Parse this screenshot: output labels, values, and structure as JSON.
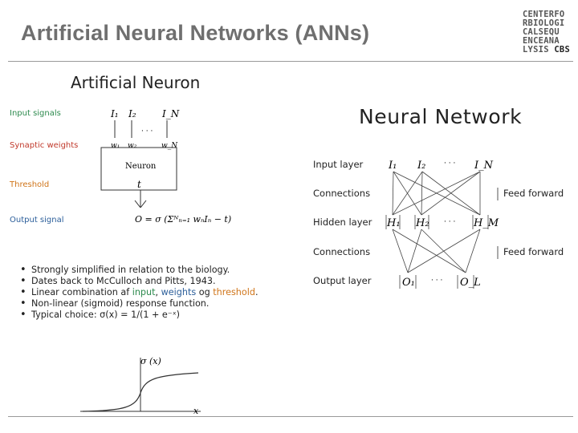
{
  "header": {
    "title": "Artificial Neural Networks (ANNs)"
  },
  "logo": {
    "lines": [
      "CENTERFO",
      "RBIOLOGI",
      "CALSEQU",
      "ENCEANA",
      "LYSIS"
    ],
    "bold": "CBS"
  },
  "neuron_section": {
    "heading": "Artificial Neuron",
    "labels": {
      "input": "Input signals",
      "weights": "Synaptic weights",
      "threshold": "Threshold",
      "output": "Output signal"
    },
    "diagram": {
      "inputs": [
        "I₁",
        "I₂",
        "· · ·",
        "I_N"
      ],
      "weights": [
        "w₁",
        "w₂",
        "w_N"
      ],
      "neuron_label": "Neuron",
      "threshold_symbol": "t",
      "output_formula": "O = σ (Σᴺₙ₌₁ wₙIₙ − t)"
    },
    "bullets": [
      {
        "parts": [
          {
            "t": "Strongly simplified in relation to the biology."
          }
        ]
      },
      {
        "parts": [
          {
            "t": "Dates back to McCulloch and Pitts, 1943."
          }
        ]
      },
      {
        "parts": [
          {
            "t": "Linear combination af "
          },
          {
            "t": "input",
            "c": "g"
          },
          {
            "t": ", "
          },
          {
            "t": "weights",
            "c": "b"
          },
          {
            "t": " og "
          },
          {
            "t": "threshold",
            "c": "o"
          },
          {
            "t": "."
          }
        ]
      },
      {
        "parts": [
          {
            "t": "Non-linear (sigmoid) response function."
          }
        ]
      },
      {
        "parts": [
          {
            "t": "Typical choice:  σ(x) = 1/(1 + e⁻ˣ)"
          }
        ]
      }
    ],
    "sigmoid_plot": {
      "ylabel": "σ (x)",
      "xlabel": "x"
    }
  },
  "network_section": {
    "heading": "Neural Network",
    "rows": [
      "Input layer",
      "Connections",
      "Hidden layer",
      "Connections",
      "Output layer"
    ],
    "input_nodes": [
      "I₁",
      "I₂",
      "· · ·",
      "I_N"
    ],
    "hidden_nodes": [
      "H₁",
      "H₂",
      "· · ·",
      "H_M"
    ],
    "output_nodes": [
      "O₁",
      "· · ·",
      "O_L"
    ],
    "feed_forward": [
      "Feed forward",
      "Feed forward"
    ]
  },
  "colors": {
    "input": "#2d8a4e",
    "weights": "#2b5e9a",
    "threshold": "#d0751a",
    "synaptic": "#c0392b",
    "title": "#6f6f6f"
  }
}
